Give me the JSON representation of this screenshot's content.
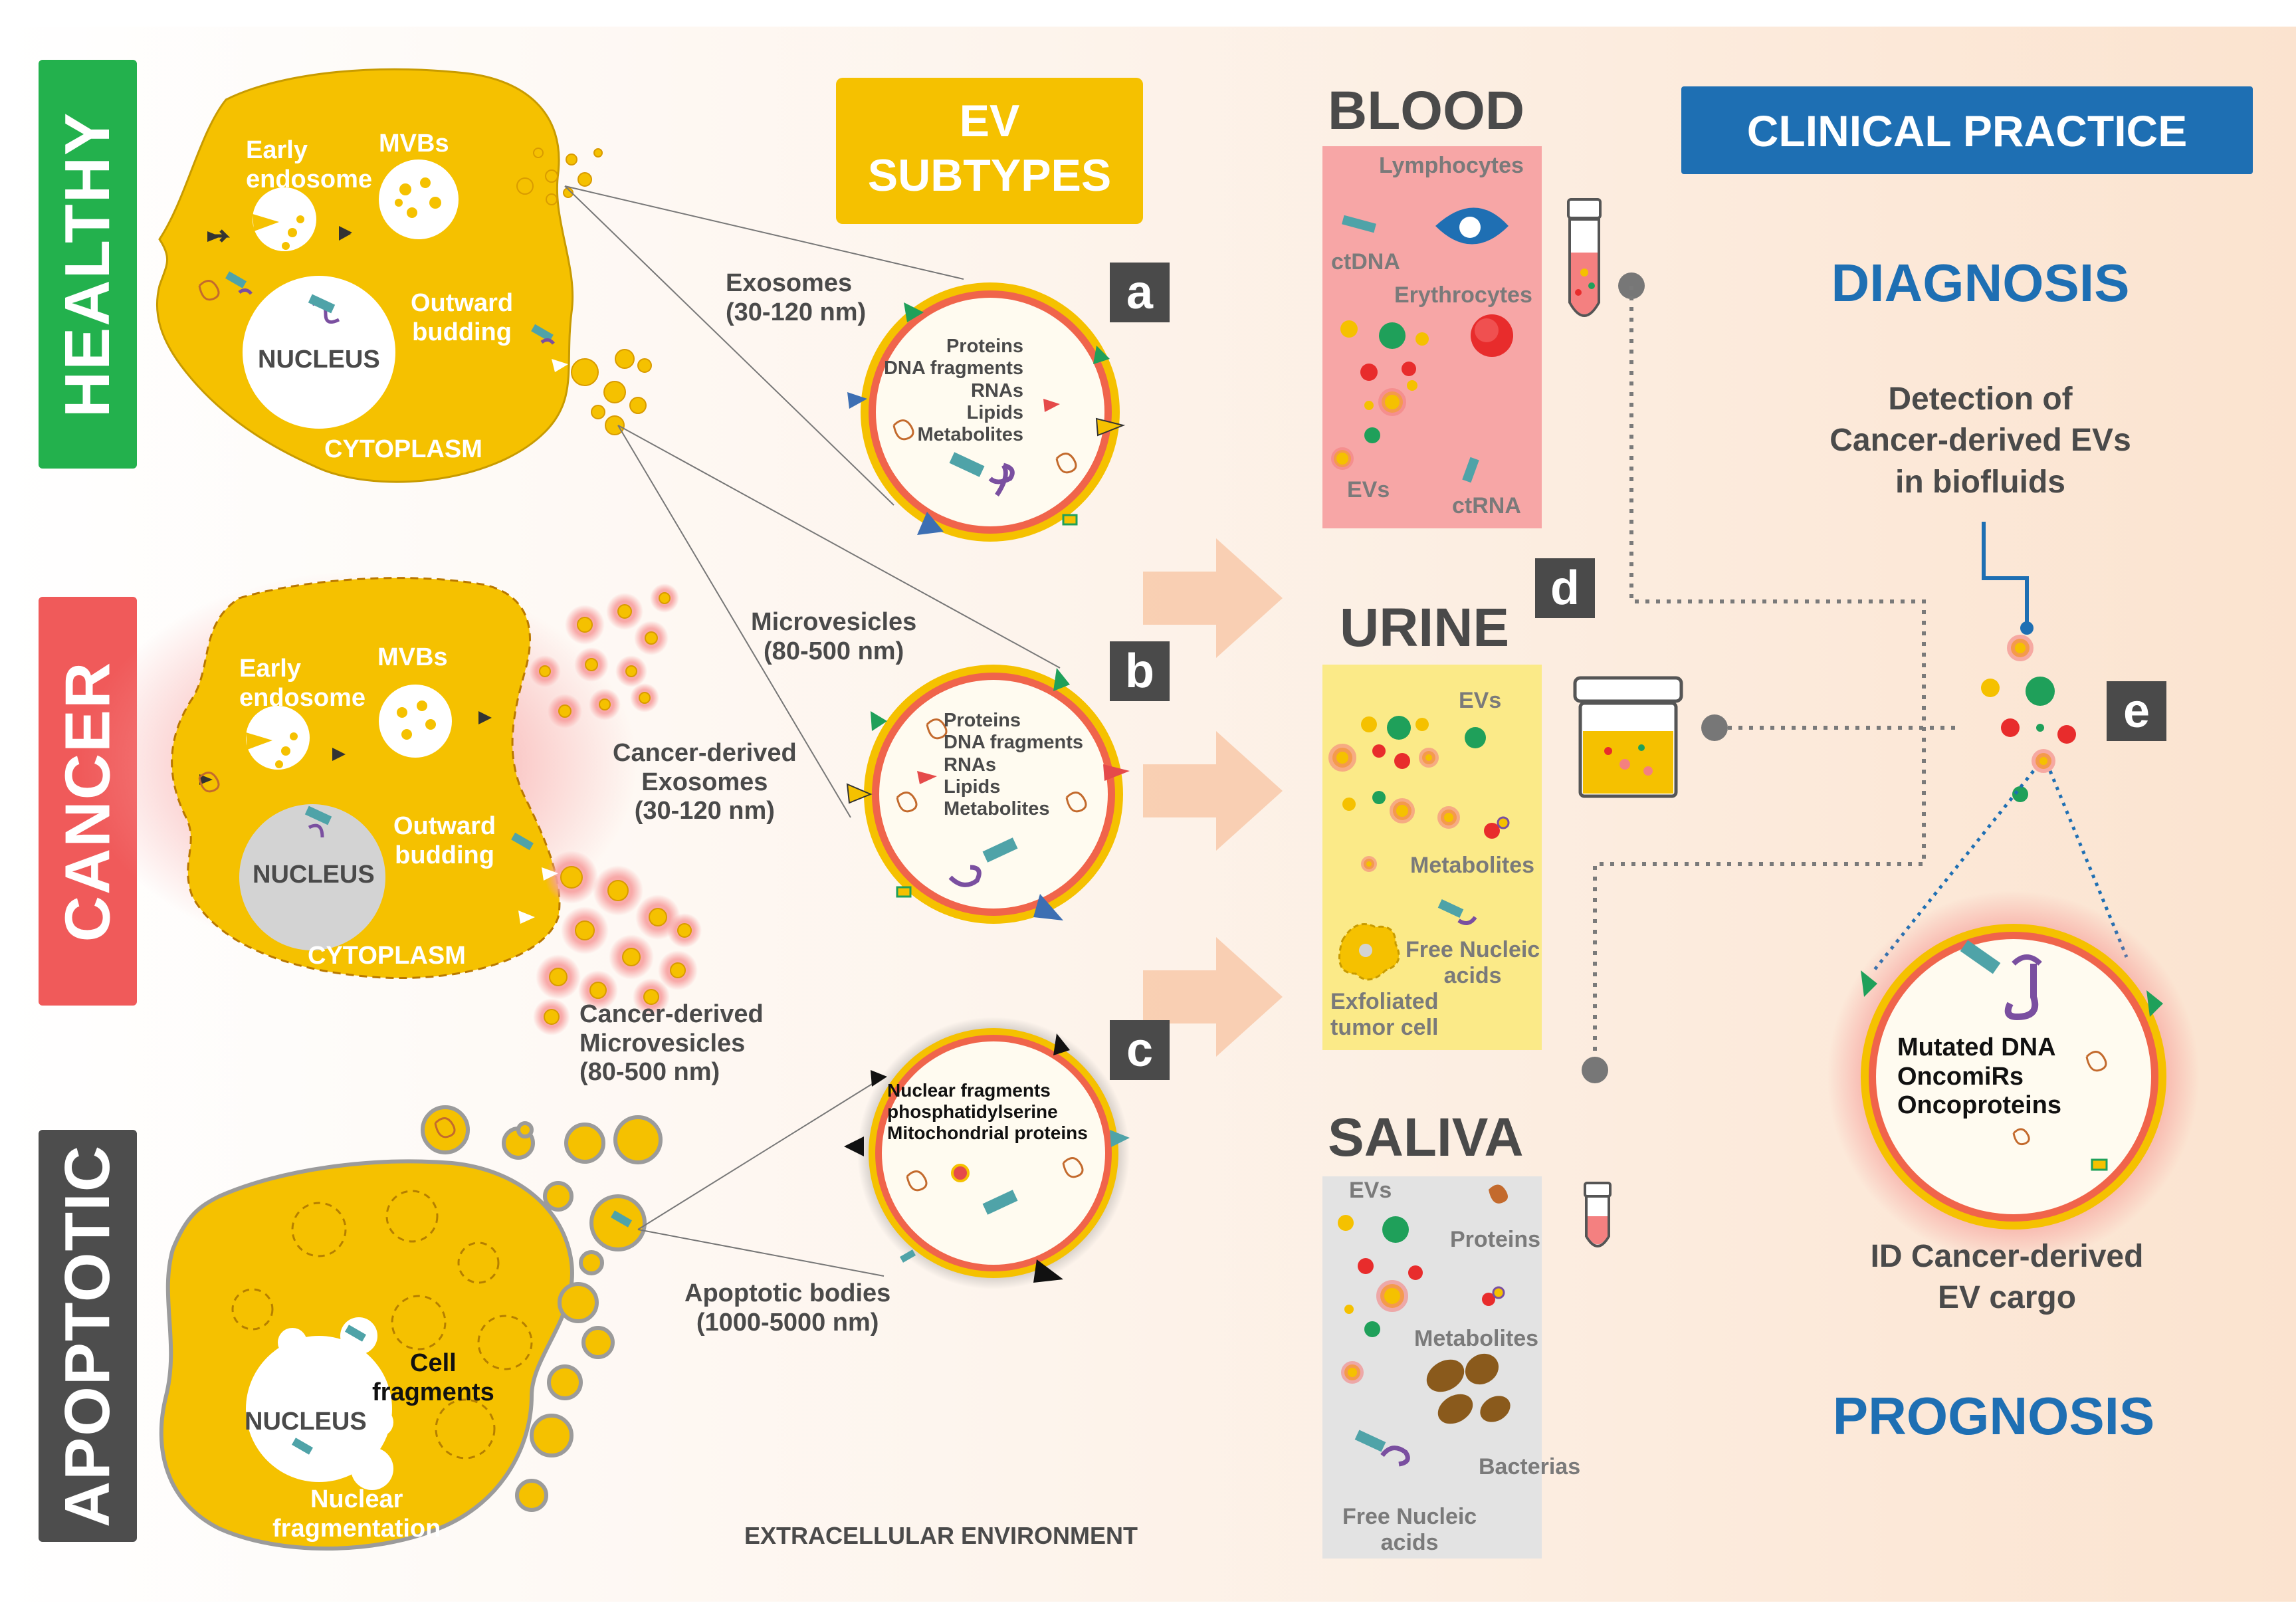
{
  "side_labels": {
    "healthy": "HEALTHY",
    "cancer": "CANCER",
    "apoptotic": "APOPTOTIC"
  },
  "colors": {
    "healthy": "#23b14d",
    "cancer": "#f05a5a",
    "apoptotic": "#4d4d4d",
    "cell_yellow": "#f5c100",
    "blue": "#1e6fb3"
  },
  "healthy_cell": {
    "early_endosome": "Early\nendosome",
    "mvbs": "MVBs",
    "outward_budding": "Outward\nbudding",
    "nucleus": "NUCLEUS",
    "cytoplasm": "CYTOPLASM"
  },
  "cancer_cell": {
    "early_endosome": "Early\nendosome",
    "mvbs": "MVBs",
    "outward_budding": "Outward\nbudding",
    "nucleus": "NUCLEUS",
    "cytoplasm": "CYTOPLASM",
    "cancer_exosomes": "Cancer-derived\nExosomes\n(30-120 nm)",
    "cancer_microvesicles": "Cancer-derived\nMicrovesicles\n(80-500 nm)"
  },
  "apoptotic_cell": {
    "cell_fragments": "Cell\nfragments",
    "nucleus": "NUCLEUS",
    "nuclear_fragmentation": "Nuclear\nfragmentation"
  },
  "ev_subtypes": {
    "title": "EV\nSUBTYPES",
    "exosomes": "Exosomes\n(30-120 nm)",
    "microvesicles": "Microvesicles\n(80-500 nm)",
    "apoptotic_bodies": "Apoptotic bodies\n(1000-5000 nm)",
    "extracellular": "EXTRACELLULAR ENVIRONMENT",
    "a": "a",
    "b": "b",
    "c": "c",
    "a_cargo": "Proteins\nDNA fragments\nRNAs\nLipids\nMetabolites",
    "b_cargo": "Proteins\nDNA fragments\nRNAs\nLipids\nMetabolites",
    "c_cargo": "Nuclear fragments\nphosphatidylserine\nMitochondrial proteins"
  },
  "biofluids": {
    "blood_title": "BLOOD",
    "blood_lymphocytes": "Lymphocytes",
    "blood_ctdna": "ctDNA",
    "blood_erythrocytes": "Erythrocytes",
    "blood_evs": "EVs",
    "blood_ctrna": "ctRNA",
    "d": "d",
    "urine_title": "URINE",
    "urine_evs": "EVs",
    "urine_metabolites": "Metabolites",
    "urine_free_nucleic": "Free Nucleic\nacids",
    "urine_exfoliated": "Exfoliated\ntumor cell",
    "saliva_title": "SALIVA",
    "saliva_evs": "EVs",
    "saliva_proteins": "Proteins",
    "saliva_metabolites": "Metabolites",
    "saliva_bacterias": "Bacterias",
    "saliva_free_nucleic": "Free Nucleic\nacids"
  },
  "clinical": {
    "header": "CLINICAL PRACTICE",
    "diagnosis": "DIAGNOSIS",
    "detection": "Detection of\nCancer-derived EVs\nin biofluids",
    "e": "e",
    "cargo": "Mutated DNA\nOncomiRs\nOncoproteins",
    "id_cargo": "ID Cancer-derived\nEV cargo",
    "prognosis": "PROGNOSIS"
  }
}
